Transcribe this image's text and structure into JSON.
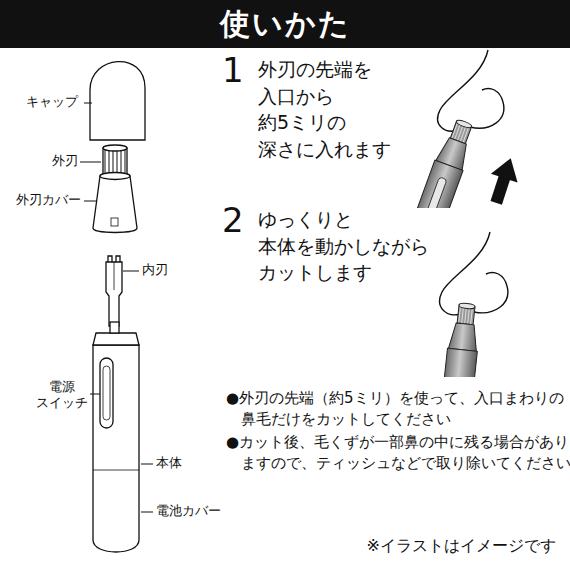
{
  "diagram": {
    "title": "使いかた",
    "labels": [
      "キャップ",
      "外刃",
      "外刃カバー",
      "内刃",
      "電源 スイッチ",
      "本体",
      "電池カバー",
      "1",
      "外刃の先端を 入口から 約5ミリの 深さに入れます",
      "2",
      "ゆっくりと 本体を動かしながら カットします",
      "●外刃の先端（約5ミリ）を使って、入口まわりの鼻毛だけをカットしてください",
      "●カット後、毛くずが一部鼻の中に残る場合がありますので、ティッシュなどで取り除いてください",
      "※イラストはイメージです"
    ]
  }
}
